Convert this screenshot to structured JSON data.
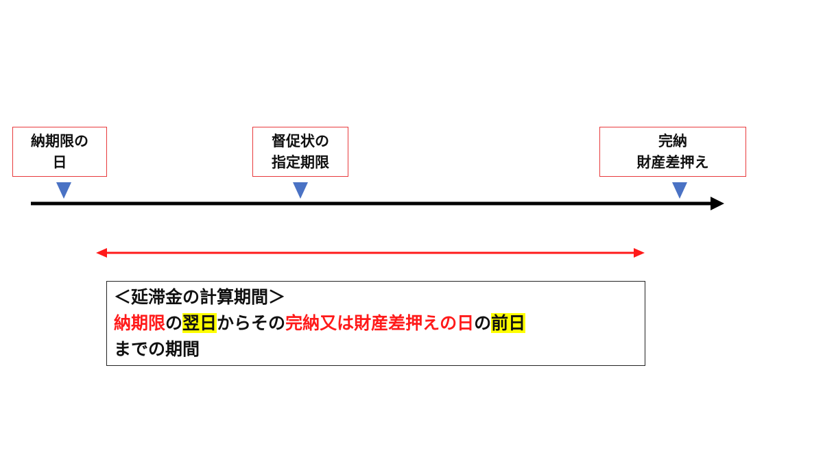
{
  "timeline": {
    "markers": [
      {
        "line1": "納期限の",
        "line2": "日"
      },
      {
        "line1": "督促状の",
        "line2": "指定期限"
      },
      {
        "line1": "完納",
        "line2": "財産差押え"
      }
    ]
  },
  "explanation": {
    "heading": "＜延滞金の計算期間＞",
    "line2": {
      "part1": "納期限",
      "part2": "の",
      "part3": "翌日",
      "part4": "からその",
      "part5": "完納又は財産差押えの日",
      "part6": "の",
      "part7": "前日"
    },
    "line3": "までの期間"
  },
  "colors": {
    "box_border": "#e8393b",
    "marker": "#4a72c4",
    "timeline": "#000000",
    "period_arrow": "#ff1a1a",
    "emphasis_text": "#ff1a1a",
    "highlight": "#ffff00"
  }
}
